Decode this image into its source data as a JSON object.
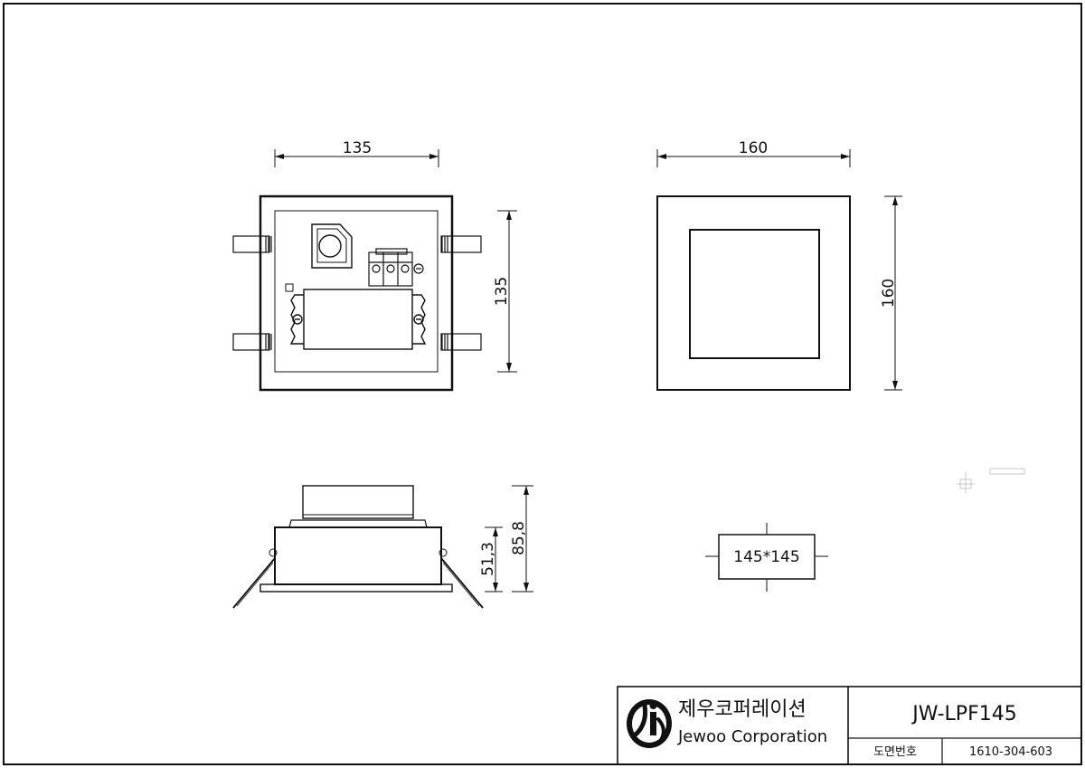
{
  "dimensions": {
    "front_width": "135",
    "front_height": "135",
    "face_width": "160",
    "face_height": "160",
    "side_lower_height": "51,3",
    "side_total_height": "85,8",
    "cutout": "145*145"
  },
  "title_block": {
    "company_ko": "제우코퍼레이션",
    "company_en": "Jewoo Corporation",
    "model": "JW-LPF145",
    "drawing_no_label": "도면번호",
    "drawing_no": "1610-304-603"
  }
}
